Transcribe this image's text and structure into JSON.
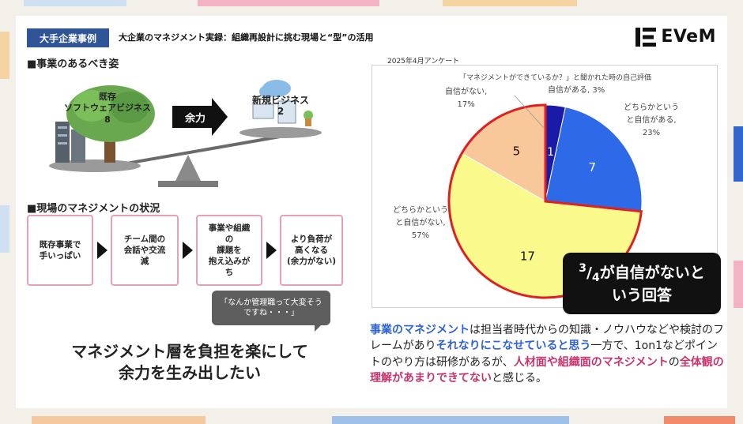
{
  "header": {
    "tag": "大手企業事例",
    "title": "大企業のマネジメント実録：組織再設計に挑む現場と“型”の活用",
    "logo": "EVeM"
  },
  "sections": {
    "ideal": "■事業のあるべき姿",
    "current": "■現場のマネジメントの状況"
  },
  "illustration": {
    "left_label": "既存\nソフトウェアビジネス\n8",
    "arrow_label": "余力",
    "right_label": "新規ビジネス\n2"
  },
  "flow": [
    "既存事業で\n手いっぱい",
    "チーム間の\n会話や交流\n減",
    "事業や組織\nの\n課題を\n抱え込みが\nち",
    "より負荷が\n高くなる\n(余力がない)"
  ],
  "bubble": "「なんか管理職って大変そう\nですね・・・」",
  "bottom_message": "マネジメント層を負担を楽にして\n余力を生み出したい",
  "survey_label": "2025年4月アンケート",
  "chart_data": {
    "type": "pie",
    "title": "「マネジメントができているか？」と聞かれた時の自己評価",
    "slices": [
      {
        "label": "自信がある",
        "count": 1,
        "percent": "3%",
        "color": "#1a1aa8"
      },
      {
        "label": "どちらかというと自信がある",
        "count": 7,
        "percent": "23%",
        "color": "#2e6ae8"
      },
      {
        "label": "どちらかというと自信がない",
        "count": 17,
        "percent": "57%",
        "color": "#fafa8c"
      },
      {
        "label": "自信がない",
        "count": 5,
        "percent": "17%",
        "color": "#f8c79a"
      }
    ],
    "outside_labels": {
      "s0": "自信がある, 3%",
      "s1": "どちらかという\nと自信がある,\n23%",
      "s2": "どちらかという\nと自信がない,\n57%",
      "s3": "自信がない,\n17%"
    },
    "inner_labels": [
      "1",
      "7",
      "17",
      "5"
    ],
    "highlight_color": "#e02020"
  },
  "callout": {
    "frac_num": "3",
    "frac_den": "4",
    "text": "が自信がないと\nいう回答"
  },
  "paragraph": {
    "p1": "事業のマネジメント",
    "p2": "は担当者時代からの知識・ノウハウなどや検討のフレームがあり",
    "p3": "それなりにこなせていると思う",
    "p4": "一方で、1on1などポイントのやり方は研修があるが、",
    "p5": "人材面や組織面のマネジメント",
    "p6": "の",
    "p7": "全体観の理解があまりできてない",
    "p8": "と感じる。"
  }
}
